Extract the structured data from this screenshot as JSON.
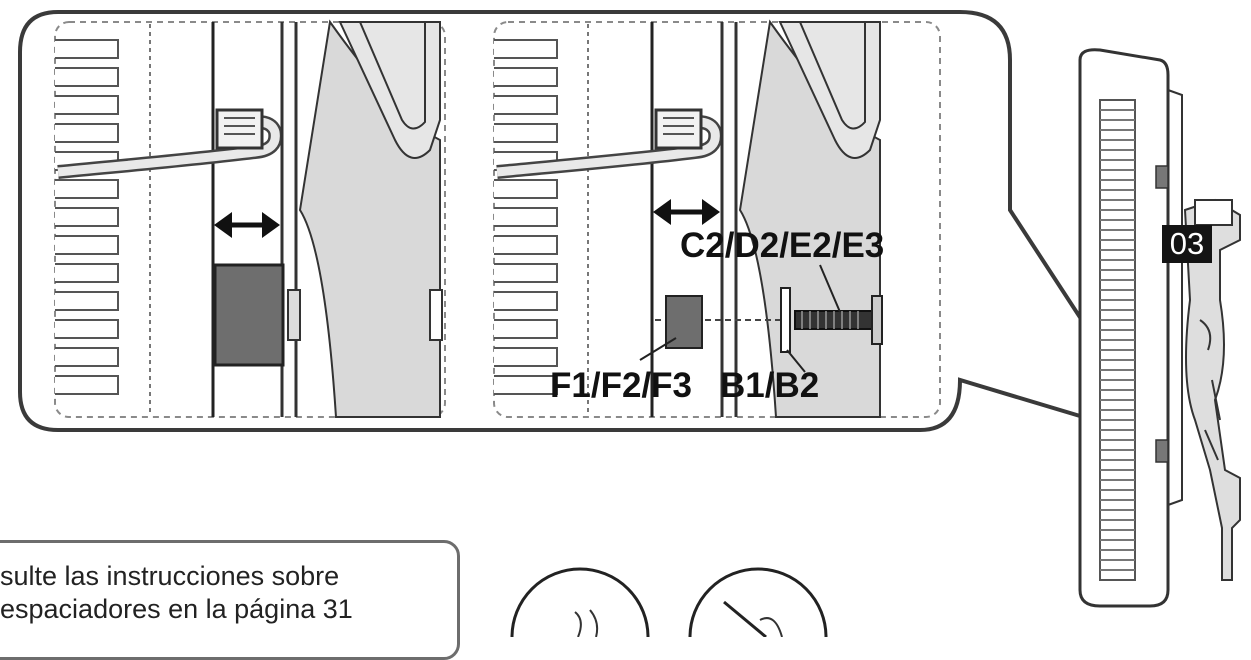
{
  "labels": {
    "screw_parts": "C2/D2/E2/E3",
    "spacer_parts": "F1/F2/F3",
    "washer_parts": "B1/B2",
    "step_badge": "03"
  },
  "note": {
    "line1": "sulte las instrucciones sobre",
    "line2": "espaciadores en la página 31"
  },
  "colors": {
    "outline": "#3a3a3a",
    "dashed_frame": "#8a8a8a",
    "spacer_fill": "#6e6e6e",
    "panel_shade": "#d9d9d9",
    "badge": "#141414"
  }
}
